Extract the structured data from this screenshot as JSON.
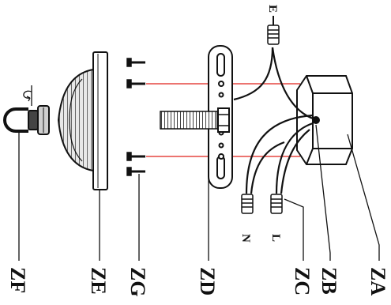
{
  "labels": {
    "za": "ZA",
    "zb": "ZB",
    "zc": "ZC",
    "zd": "ZD",
    "zg": "ZG",
    "ze": "ZE",
    "zf": "ZF",
    "wire_e": "E",
    "wire_n": "N",
    "wire_l": "L"
  },
  "colors": {
    "line": "#111111",
    "guide": "#e0201a",
    "fill_light": "#ffffff",
    "fill_shade": "#cfcfcf"
  }
}
